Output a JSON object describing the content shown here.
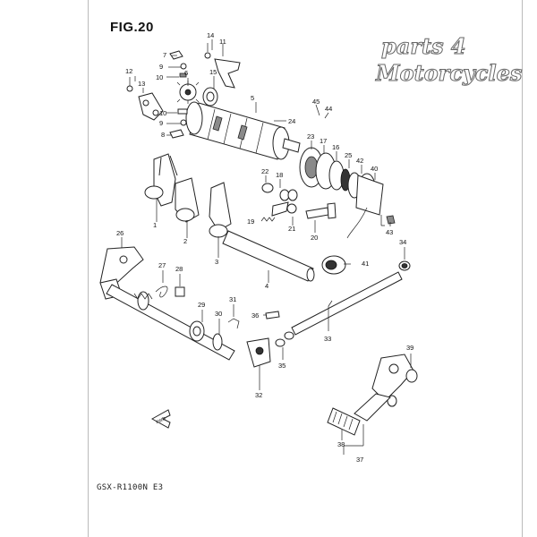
{
  "figure": {
    "title": "FIG.20",
    "model_code": "GSX-R1100N E3"
  },
  "watermark": {
    "line1": "parts 4",
    "line2": "Motorcycles"
  },
  "fwd_label": "FWD",
  "callouts": [
    {
      "id": "c1",
      "label": "1"
    },
    {
      "id": "c2",
      "label": "2"
    },
    {
      "id": "c3",
      "label": "3"
    },
    {
      "id": "c4",
      "label": "4"
    },
    {
      "id": "c5",
      "label": "5"
    },
    {
      "id": "c6",
      "label": "6"
    },
    {
      "id": "c7",
      "label": "7"
    },
    {
      "id": "c8",
      "label": "8"
    },
    {
      "id": "c9a",
      "label": "9"
    },
    {
      "id": "c9b",
      "label": "9"
    },
    {
      "id": "c10a",
      "label": "10"
    },
    {
      "id": "c10b",
      "label": "10"
    },
    {
      "id": "c11",
      "label": "11"
    },
    {
      "id": "c12",
      "label": "12"
    },
    {
      "id": "c13",
      "label": "13"
    },
    {
      "id": "c14",
      "label": "14"
    },
    {
      "id": "c15",
      "label": "15"
    },
    {
      "id": "c16",
      "label": "16"
    },
    {
      "id": "c17",
      "label": "17"
    },
    {
      "id": "c18",
      "label": "18"
    },
    {
      "id": "c19",
      "label": "19"
    },
    {
      "id": "c20",
      "label": "20"
    },
    {
      "id": "c21",
      "label": "21"
    },
    {
      "id": "c22",
      "label": "22"
    },
    {
      "id": "c23",
      "label": "23"
    },
    {
      "id": "c24",
      "label": "24"
    },
    {
      "id": "c25",
      "label": "25"
    },
    {
      "id": "c26",
      "label": "26"
    },
    {
      "id": "c27",
      "label": "27"
    },
    {
      "id": "c28",
      "label": "28"
    },
    {
      "id": "c29",
      "label": "29"
    },
    {
      "id": "c30",
      "label": "30"
    },
    {
      "id": "c31",
      "label": "31"
    },
    {
      "id": "c32",
      "label": "32"
    },
    {
      "id": "c33",
      "label": "33"
    },
    {
      "id": "c34",
      "label": "34"
    },
    {
      "id": "c35",
      "label": "35"
    },
    {
      "id": "c36",
      "label": "36"
    },
    {
      "id": "c37",
      "label": "37"
    },
    {
      "id": "c38",
      "label": "38"
    },
    {
      "id": "c39",
      "label": "39"
    },
    {
      "id": "c40",
      "label": "40"
    },
    {
      "id": "c41",
      "label": "41"
    },
    {
      "id": "c42",
      "label": "42"
    },
    {
      "id": "c43",
      "label": "43"
    },
    {
      "id": "c44",
      "label": "44"
    },
    {
      "id": "c45",
      "label": "45"
    }
  ]
}
